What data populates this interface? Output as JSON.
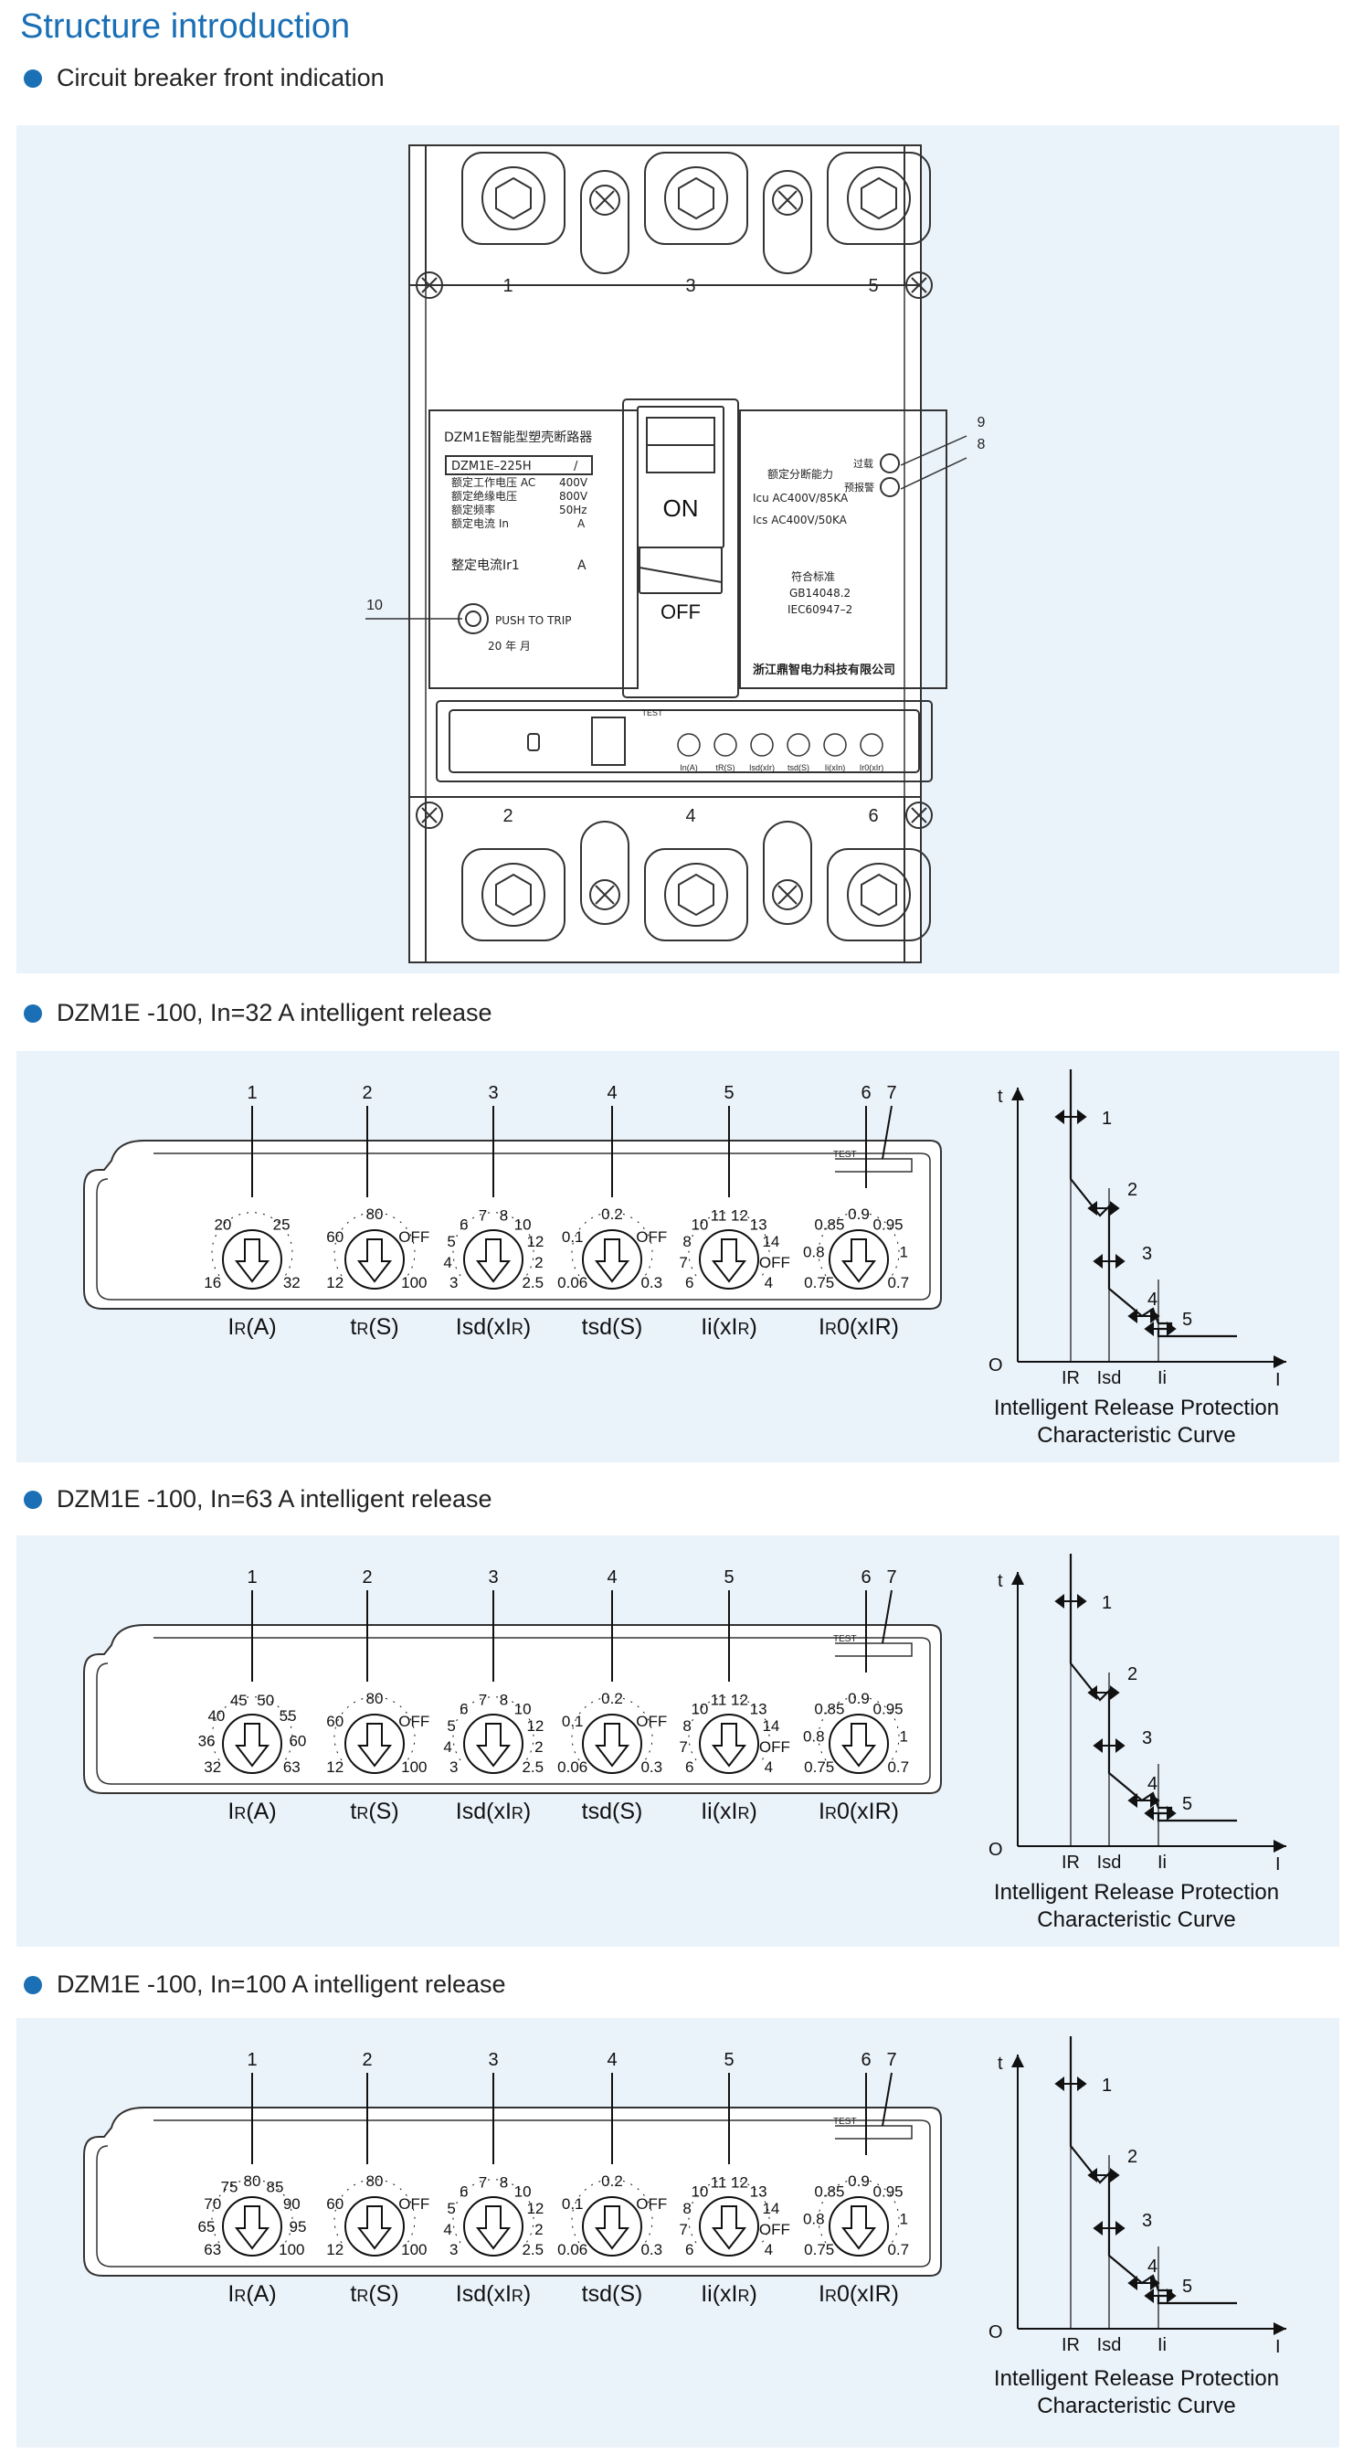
{
  "header": {
    "title": "Structure introduction",
    "front_subtitle": "Circuit breaker front indication"
  },
  "front": {
    "pole_numbers_top": [
      "1",
      "3",
      "5"
    ],
    "pole_numbers_bottom": [
      "2",
      "4",
      "6"
    ],
    "callouts": {
      "c8": "8",
      "c9": "9",
      "c10": "10"
    },
    "left_label": {
      "title": "DZM1E智能型塑壳断路器",
      "model": "DZM1E–225H",
      "model_slash": "/",
      "rows": [
        {
          "k": "额定工作电压 AC",
          "v": "400V"
        },
        {
          "k": "额定绝缘电压",
          "v": "800V"
        },
        {
          "k": "额定频率",
          "v": "50Hz"
        },
        {
          "k": "额定电流 In",
          "v": "A"
        }
      ],
      "setting_label": "整定电流Ir1",
      "setting_unit": "A",
      "push_to_trip": "PUSH TO TRIP",
      "date": "20    年    月"
    },
    "handle": {
      "on": "ON",
      "off": "OFF"
    },
    "right_label": {
      "overload": "过载",
      "prealarm": "预报警",
      "capacity": "额定分断能力",
      "icu": "Icu AC400V/85KA",
      "ics": "Ics AC400V/50KA",
      "standard_title": "符合标准",
      "std1": "GB14048.2",
      "std2": "IEC60947–2",
      "company": "浙江鼎智电力科技有限公司"
    },
    "mini": {
      "test": "TEST",
      "labels": [
        "In(A)",
        "tR(S)",
        "Isd(xIr)",
        "tsd(S)",
        "Ii(xIn)",
        "Ir0(xIr)"
      ]
    }
  },
  "common": {
    "dial_labels": [
      {
        "main": "I",
        "sub": "R",
        "tail": "(A)"
      },
      {
        "main": "t",
        "sub": "R",
        "tail": "(S)"
      },
      {
        "main": "Isd(xI",
        "sub": "R",
        "tail": ")"
      },
      {
        "main": "tsd(S)",
        "sub": "",
        "tail": ""
      },
      {
        "main": "Ii(xI",
        "sub": "R",
        "tail": ")"
      },
      {
        "main": "I",
        "sub": "R",
        "tail": "0(xIR)"
      }
    ],
    "dial_numbers": [
      "1",
      "2",
      "3",
      "4",
      "5",
      "6",
      "7"
    ],
    "test_label": "TEST",
    "tR_scale": [
      "12",
      "60",
      "80",
      "OFF",
      "100"
    ],
    "isd_scale": [
      "3",
      "4",
      "5",
      "6",
      "7",
      "8",
      "10",
      "12",
      "2",
      "2.5"
    ],
    "tsd_scale": [
      "0.06",
      "0.1",
      "0.2",
      "OFF",
      "0.3"
    ],
    "ii_scale": [
      "6",
      "7",
      "8",
      "10",
      "11",
      "12",
      "13",
      "14",
      "OFF",
      "4"
    ],
    "ir0_scale": [
      "0.75",
      "0.8",
      "0.85",
      "0.9",
      "0.95",
      "1",
      "0.7"
    ],
    "curve": {
      "t_label": "t",
      "i_label": "I",
      "o_label": "O",
      "x_ticks": [
        "IR",
        "Isd",
        "Ii"
      ],
      "markers": [
        "1",
        "2",
        "3",
        "4",
        "5"
      ],
      "caption_line1": "Intelligent Release Protection",
      "caption_line2": "Characteristic Curve"
    }
  },
  "sections": [
    {
      "title": "DZM1E -100, In=32 A intelligent release",
      "ir_scale": [
        "16",
        "20",
        "25",
        "32"
      ]
    },
    {
      "title": "DZM1E -100, In=63 A intelligent release",
      "ir_scale": [
        "32",
        "36",
        "40",
        "45",
        "50",
        "55",
        "60",
        "63"
      ]
    },
    {
      "title": "DZM1E -100, In=100 A intelligent release",
      "ir_scale": [
        "63",
        "65",
        "70",
        "75",
        "80",
        "85",
        "90",
        "95",
        "100"
      ]
    }
  ]
}
